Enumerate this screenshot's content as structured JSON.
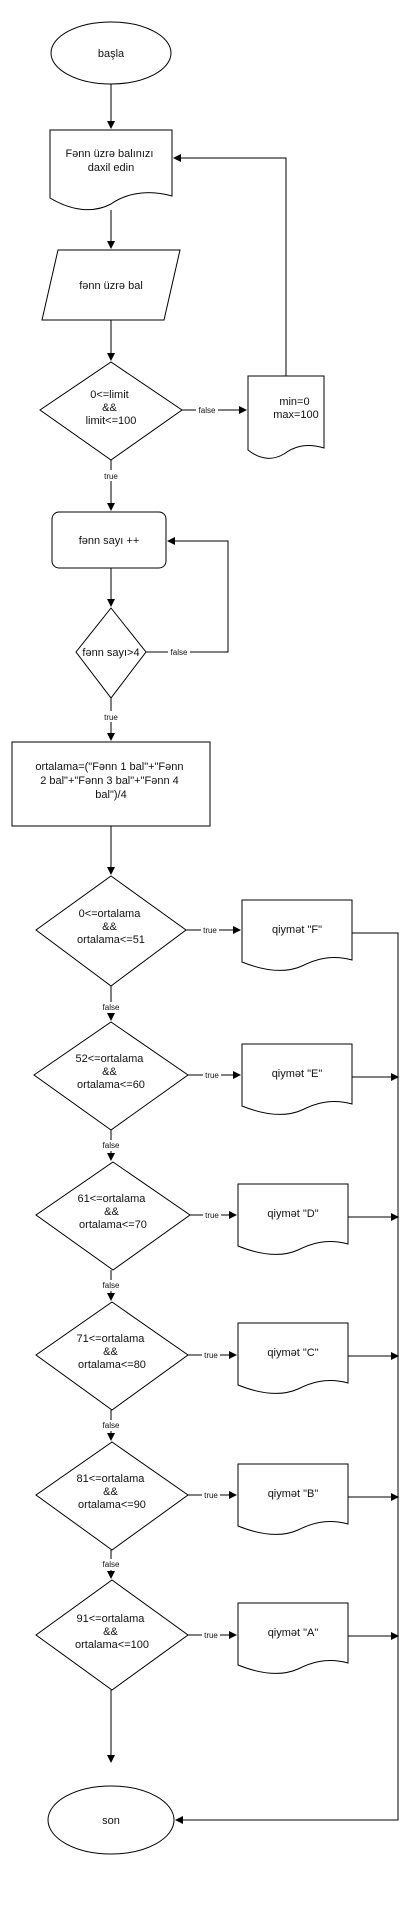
{
  "nodes": {
    "start": "başla",
    "prompt_input": [
      "Fənn üzrə balınızı",
      "daxil edin"
    ],
    "input_score": "fənn üzrə bal",
    "check_limit": [
      "0<=limit",
      "&&",
      "limit<=100"
    ],
    "limit_note": [
      "min=0",
      "max=100"
    ],
    "subject_counter": "fənn sayı ++",
    "check_count": "fənn sayı>4",
    "average_calc": [
      "ortalama=(\"Fənn 1 bal\"+\"Fənn",
      "2 bal\"+\"Fənn 3 bal\"+\"Fənn 4",
      "bal\")/4"
    ],
    "grade_checks": [
      [
        "0<=ortalama",
        "&&",
        "ortalama<=51"
      ],
      [
        "52<=ortalama",
        "&&",
        "ortalama<=60"
      ],
      [
        "61<=ortalama",
        "&&",
        "ortalama<=70"
      ],
      [
        "71<=ortalama",
        "&&",
        "ortalama<=80"
      ],
      [
        "81<=ortalama",
        "&&",
        "ortalama<=90"
      ],
      [
        "91<=ortalama",
        "&&",
        "ortalama<=100"
      ]
    ],
    "grade_outputs": [
      "qiymət \"F\"",
      "qiymət \"E\"",
      "qiymət \"D\"",
      "qiymət \"C\"",
      "qiymət \"B\"",
      "qiymət \"A\""
    ],
    "end": "son"
  },
  "edge_labels": {
    "true": "true",
    "false": "false"
  }
}
